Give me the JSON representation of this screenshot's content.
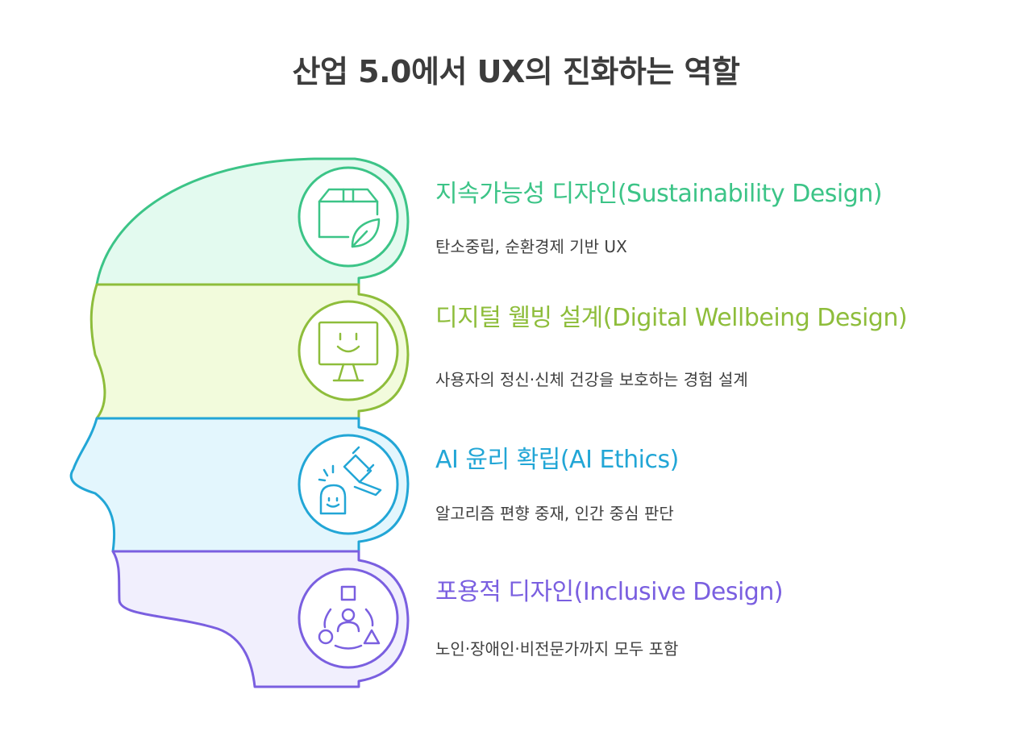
{
  "title": "산업 5.0에서 UX의 진화하는 역할",
  "items": [
    {
      "title": "지속가능성 디자인(Sustainability Design)",
      "desc": "탄소중립, 순환경제 기반 UX",
      "icon": "package-leaf-icon",
      "color": "#3cc487",
      "fill": "#e3faef"
    },
    {
      "title": "디지털 웰빙 설계(Digital Wellbeing Design)",
      "desc": "사용자의 정신·신체 건강을 보호하는 경험 설계",
      "icon": "smiling-monitor-icon",
      "color": "#8ebd3b",
      "fill": "#f2fbdc"
    },
    {
      "title": "AI 윤리 확립(AI Ethics)",
      "desc": "알고리즘 편향 중재, 인간 중심 판단",
      "icon": "gavel-robot-icon",
      "color": "#22a6d6",
      "fill": "#e3f6fd"
    },
    {
      "title": "포용적 디자인(Inclusive Design)",
      "desc": "노인·장애인·비전문가까지 모두 포함",
      "icon": "inclusive-shapes-person-icon",
      "color": "#7a5fe0",
      "fill": "#f1effd"
    }
  ]
}
